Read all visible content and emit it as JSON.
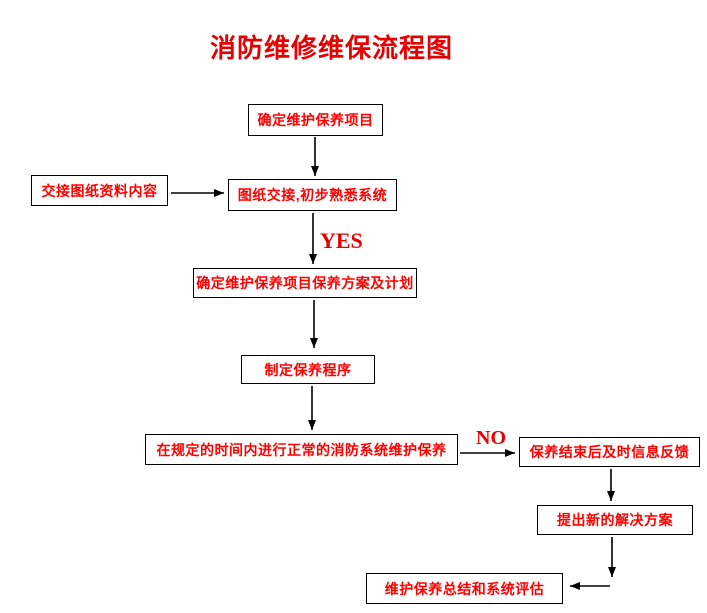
{
  "title": "消防维修维保流程图",
  "colors": {
    "accent_red": "#ff0000",
    "title_red": "#e60000",
    "line_black": "#000000",
    "background": "#ffffff"
  },
  "nodes": [
    {
      "id": "determine-items",
      "text": "确定维护保养项目"
    },
    {
      "id": "handover-docs",
      "text": "交接图纸资料内容"
    },
    {
      "id": "drawing-handover",
      "text": "图纸交接,初步熟悉系统"
    },
    {
      "id": "determine-plan",
      "text": "确定维护保养项目保养方案及计划"
    },
    {
      "id": "make-procedure",
      "text": "制定保养程序"
    },
    {
      "id": "perform-maintenance",
      "text": "在规定的时间内进行正常的消防系统维护保养"
    },
    {
      "id": "feedback",
      "text": "保养结束后及时信息反馈"
    },
    {
      "id": "new-solution",
      "text": "提出新的解决方案"
    },
    {
      "id": "summary-evaluation",
      "text": "维护保养总结和系统评估"
    }
  ],
  "edge_labels": {
    "yes": "YES",
    "no": "NO"
  }
}
